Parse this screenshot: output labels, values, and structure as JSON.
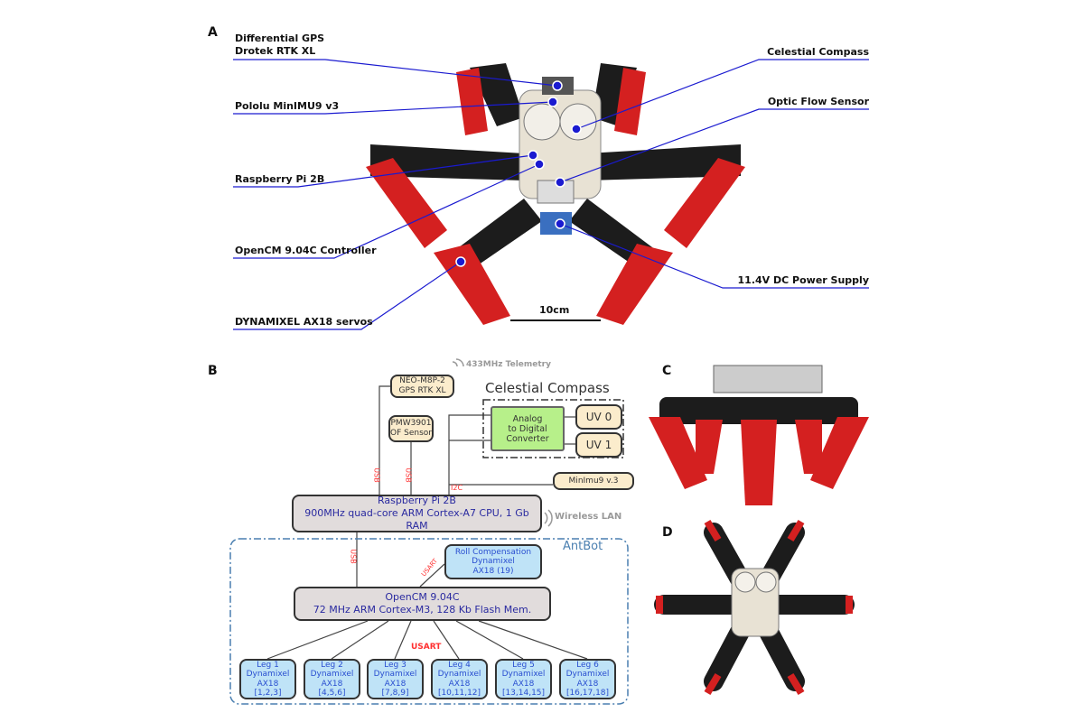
{
  "panel_labels": {
    "a": "A",
    "b": "B",
    "c": "C",
    "d": "D"
  },
  "panel_a": {
    "labels_left": [
      "Differential GPS",
      "Drotek RTK XL",
      "Pololu MinIMU9 v3",
      "Raspberry Pi 2B",
      "OpenCM 9.04C Controller",
      "DYNAMIXEL AX18 servos"
    ],
    "labels_right": [
      "Celestial Compass",
      "Optic Flow Sensor",
      "11.4V DC Power Supply"
    ],
    "scale_bar": "10cm",
    "colors": {
      "leader_line": "#1a1ad0",
      "robot_red": "#d42020",
      "robot_black": "#1c1c1c"
    }
  },
  "panel_b": {
    "telemetry": "433MHz Telemetry",
    "gps": [
      "NEO-M8P-2",
      "GPS RTK XL"
    ],
    "of_sensor": [
      "PMW3901",
      "OF Sensor"
    ],
    "compass_title": "Celestial Compass",
    "adc": [
      "Analog",
      "to Digital",
      "Converter"
    ],
    "uv0": "UV 0",
    "uv1": "UV 1",
    "imu": "MinImu9 v.3",
    "rpi": [
      "Raspberry Pi 2B",
      "900MHz quad-core ARM Cortex-A7 CPU, 1 Gb RAM"
    ],
    "wireless": "Wireless LAN",
    "antbot": "AntBot",
    "roll": [
      "Roll Compensation",
      "Dynamixel",
      "AX18 (19)"
    ],
    "opencm": [
      "OpenCM 9.04C",
      "72 MHz ARM Cortex-M3, 128 Kb Flash Mem."
    ],
    "bus": {
      "usb1": "USB",
      "usb2": "USB",
      "i2c": "I2C",
      "usb3": "USB",
      "usart_roll": "USART",
      "usart": "USART"
    },
    "legs": [
      {
        "name": "Leg 1",
        "type": "Dynamixel",
        "model": "AX18",
        "ids": "[1,2,3]"
      },
      {
        "name": "Leg 2",
        "type": "Dynamixel",
        "model": "AX18",
        "ids": "[4,5,6]"
      },
      {
        "name": "Leg 3",
        "type": "Dynamixel",
        "model": "AX18",
        "ids": "[7,8,9]"
      },
      {
        "name": "Leg 4",
        "type": "Dynamixel",
        "model": "AX18",
        "ids": "[10,11,12]"
      },
      {
        "name": "Leg 5",
        "type": "Dynamixel",
        "model": "AX18",
        "ids": "[13,14,15]"
      },
      {
        "name": "Leg 6",
        "type": "Dynamixel",
        "model": "AX18",
        "ids": "[16,17,18]"
      }
    ]
  }
}
